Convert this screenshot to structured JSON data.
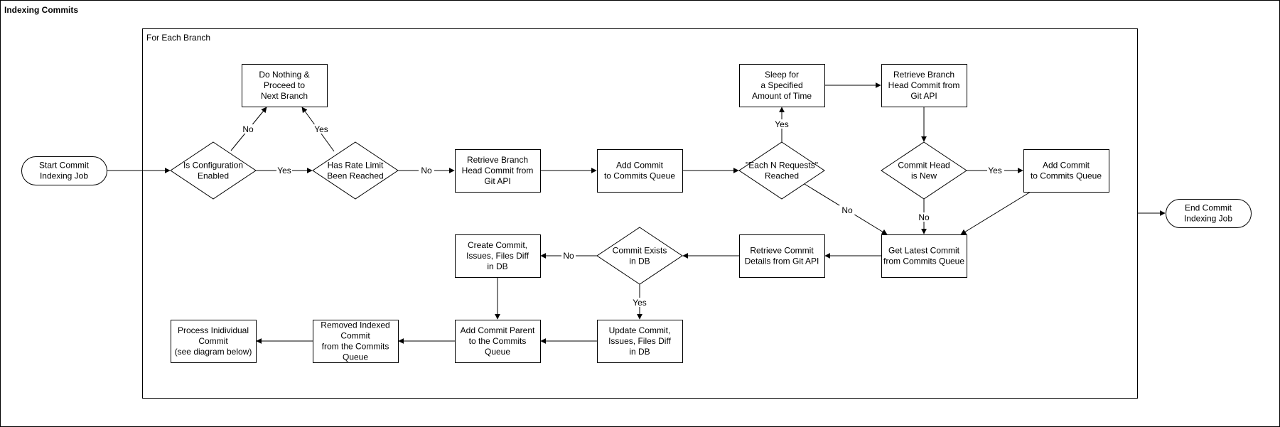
{
  "diagram": {
    "title": "Indexing Commits",
    "branch_group": "For Each Branch",
    "nodes": {
      "start": [
        "Start Commit",
        "Indexing Job"
      ],
      "config": [
        "Is Configuration",
        "Enabled"
      ],
      "rate": [
        "Has Rate Limit",
        "Been Reached"
      ],
      "donothing": [
        "Do Nothing &",
        "Proceed to",
        "Next Branch"
      ],
      "retrieve1": [
        "Retrieve Branch",
        "Head Commit from",
        "Git API"
      ],
      "add1": [
        "Add Commit",
        "to Commits Queue"
      ],
      "eachn": [
        "\"Each N Requests\"",
        "Reached"
      ],
      "sleep": [
        "Sleep for",
        "a Specified",
        "Amount of Time"
      ],
      "retrieve2": [
        "Retrieve Branch",
        "Head Commit from",
        "Git API"
      ],
      "headnew": [
        "Commit Head",
        "is New"
      ],
      "add2": [
        "Add Commit",
        "to Commits Queue"
      ],
      "getlatest": [
        "Get Latest Commit",
        "from Commits Queue"
      ],
      "details": [
        "Retrieve Commit",
        "Details from Git API"
      ],
      "exists": [
        "Commit Exists",
        "in DB"
      ],
      "create": [
        "Create Commit,",
        "Issues, Files Diff",
        "in DB"
      ],
      "update": [
        "Update Commit,",
        "Issues, Files Diff",
        "in DB"
      ],
      "parent": [
        "Add Commit Parent",
        "to the Commits",
        "Queue"
      ],
      "removed": [
        "Removed Indexed",
        "Commit",
        "from the Commits",
        "Queue"
      ],
      "process": [
        "Process Inidividual",
        "Commit",
        "(see diagram below)"
      ],
      "end": [
        "End Commit",
        "Indexing Job"
      ]
    },
    "edge_labels": {
      "yes": "Yes",
      "no": "No"
    }
  }
}
